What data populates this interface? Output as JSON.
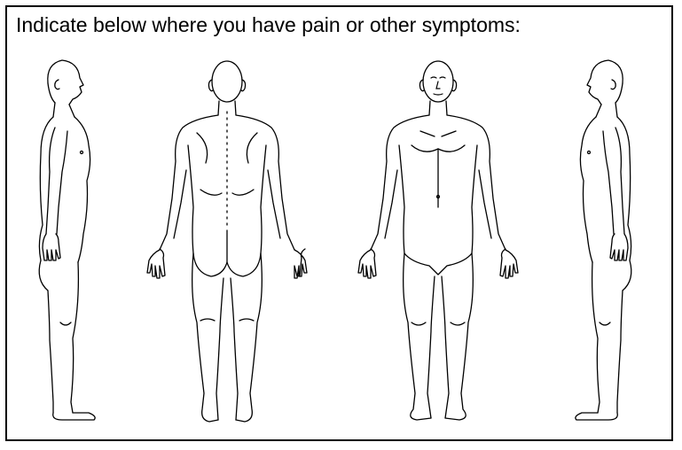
{
  "form": {
    "prompt": "Indicate below where you have pain or other symptoms:",
    "line_color": "#000000",
    "background_color": "#ffffff"
  },
  "figures": [
    {
      "view": "side-left",
      "icon": "body-side-left-icon"
    },
    {
      "view": "back",
      "icon": "body-back-icon"
    },
    {
      "view": "front",
      "icon": "body-front-icon"
    },
    {
      "view": "side-right",
      "icon": "body-side-right-icon"
    }
  ]
}
